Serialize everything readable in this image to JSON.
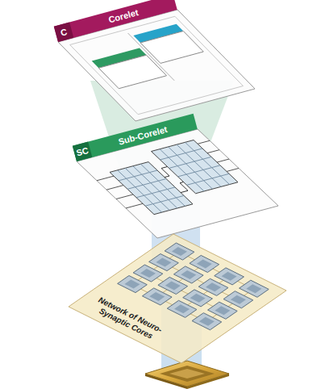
{
  "diagram": {
    "nodes": [
      {
        "text": [
          "C",
          "Corelet"
        ]
      },
      {
        "text": [
          "SC",
          "Sub-Corelet"
        ]
      },
      {
        "text": [
          "Network of Neuro-Synaptic Cores"
        ]
      }
    ]
  }
}
